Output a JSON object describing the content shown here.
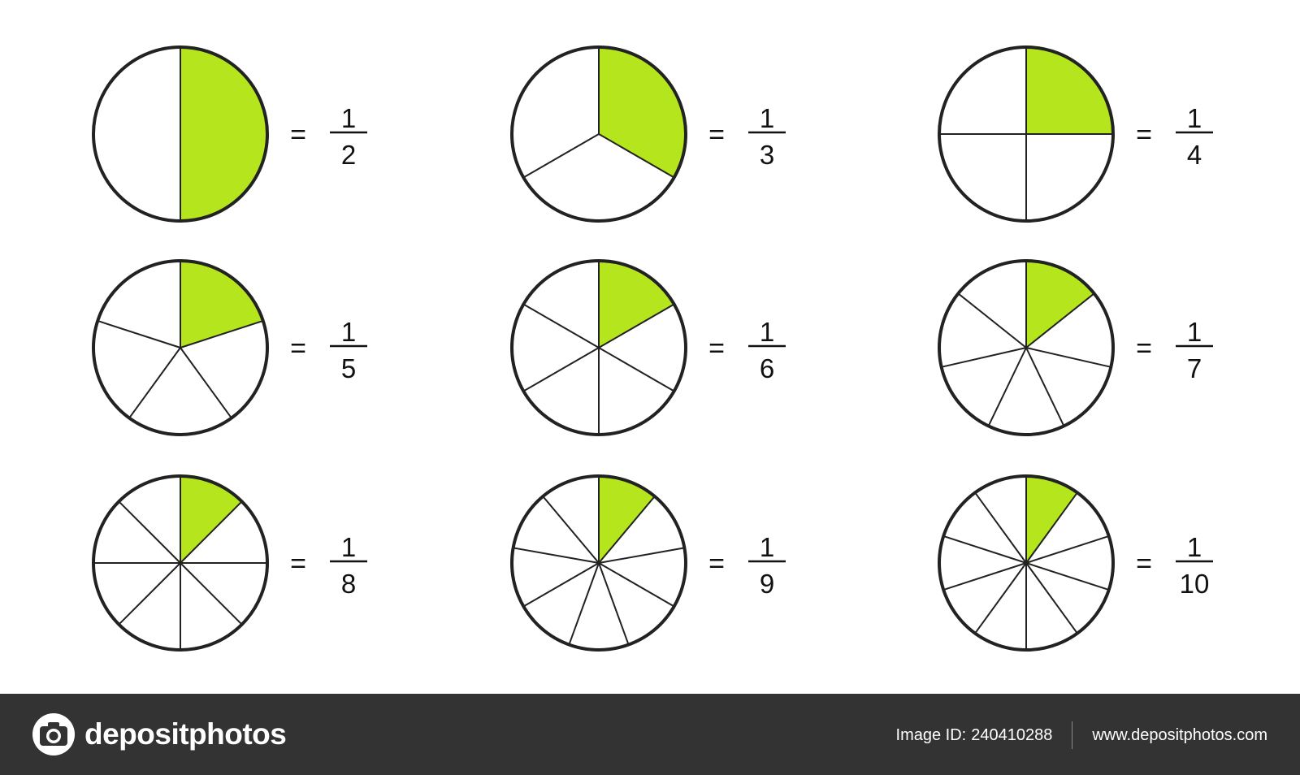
{
  "colors": {
    "fill": "#b5e61d",
    "stroke": "#222222",
    "footer_bg": "#333333"
  },
  "fractions": [
    {
      "numerator": "1",
      "denominator": "2",
      "parts": 2,
      "equals": "="
    },
    {
      "numerator": "1",
      "denominator": "3",
      "parts": 3,
      "equals": "="
    },
    {
      "numerator": "1",
      "denominator": "4",
      "parts": 4,
      "equals": "="
    },
    {
      "numerator": "1",
      "denominator": "5",
      "parts": 5,
      "equals": "="
    },
    {
      "numerator": "1",
      "denominator": "6",
      "parts": 6,
      "equals": "="
    },
    {
      "numerator": "1",
      "denominator": "7",
      "parts": 7,
      "equals": "="
    },
    {
      "numerator": "1",
      "denominator": "8",
      "parts": 8,
      "equals": "="
    },
    {
      "numerator": "1",
      "denominator": "9",
      "parts": 9,
      "equals": "="
    },
    {
      "numerator": "1",
      "denominator": "10",
      "parts": 10,
      "equals": "="
    }
  ],
  "footer": {
    "brand": "depositphotos",
    "image_id_label": "Image ID:",
    "image_id": "240410288",
    "website": "www.depositphotos.com",
    "logo_icon": "camera-icon"
  }
}
